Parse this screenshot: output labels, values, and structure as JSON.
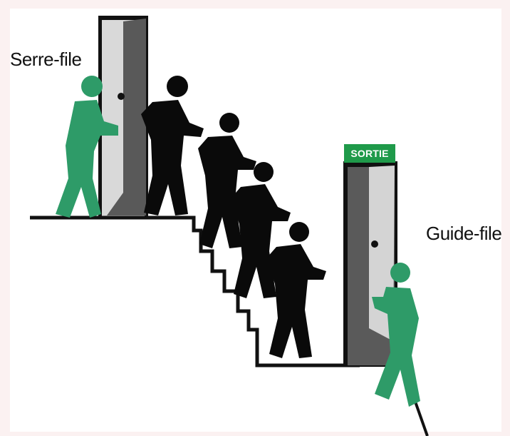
{
  "labels": {
    "serre_file": "Serre-file",
    "guide_file": "Guide-file",
    "exit_sign": "SORTIE"
  },
  "colors": {
    "green_figure": "#2e9b68",
    "black_figure": "#0a0a0a",
    "door_frame": "#111111",
    "door_light": "#d4d4d4",
    "door_dark": "#5a5a5a",
    "exit_sign_bg": "#1f9a4a",
    "background": "#ffffff"
  },
  "icons": [
    "evacuation-figure",
    "door",
    "staircase",
    "exit-sign"
  ]
}
